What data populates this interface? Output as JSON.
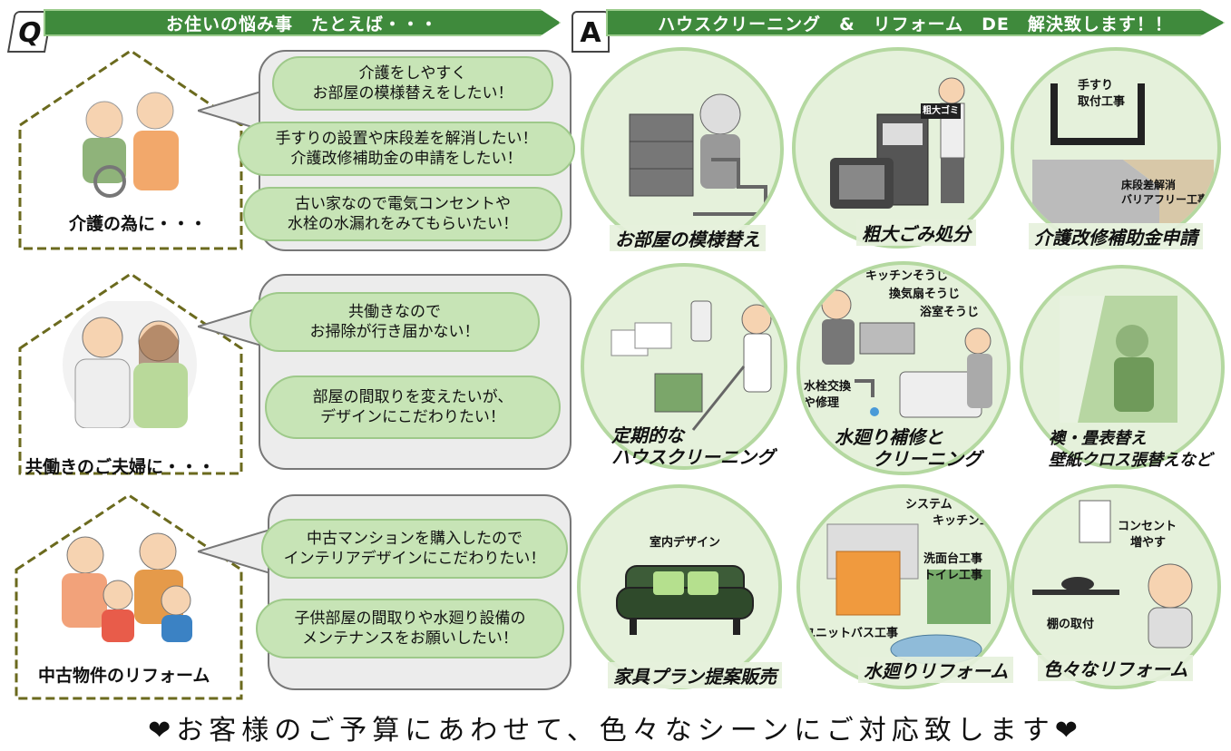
{
  "header": {
    "q_tag": "Q",
    "a_tag": "A",
    "q_title": "お住いの悩み事　たとえば・・・",
    "a_title": "ハウスクリーニング　&　リフォーム　DE　解決致します！！"
  },
  "rows": [
    {
      "label": "介護の為に・・・",
      "bubbles": [
        [
          "介護をしやすく",
          "お部屋の模様替えをしたい！"
        ],
        [
          "手すりの設置や床段差を解消したい！",
          "介護改修補助金の申請をしたい！"
        ],
        [
          "古い家なので電気コンセントや",
          "水栓の水漏れをみてもらいたい！"
        ]
      ],
      "answers": [
        {
          "caption": "お部屋の模様替え",
          "notes": []
        },
        {
          "caption": "粗大ごみ処分",
          "notes": [
            "粗大ゴミ"
          ]
        },
        {
          "caption": "介護改修補助金申請",
          "notes": [
            "手すり",
            "取付工事",
            "床段差解消",
            "バリアフリー工事"
          ]
        }
      ]
    },
    {
      "label": "共働きのご夫婦に・・・",
      "bubbles": [
        [
          "共働きなので",
          "お掃除が行き届かない！"
        ],
        [
          "部屋の間取りを変えたいが、",
          "デザインにこだわりたい！"
        ]
      ],
      "answers": [
        {
          "caption": [
            "定期的な",
            "ハウスクリーニング"
          ],
          "notes": []
        },
        {
          "caption": [
            "水廻り補修と",
            "クリーニング"
          ],
          "notes": [
            "キッチンそうじ",
            "換気扇そうじ",
            "浴室そうじ",
            "水栓交換",
            "や修理"
          ]
        },
        {
          "caption": [
            "襖・畳表替え",
            "壁紙クロス張替えなど"
          ],
          "notes": []
        }
      ]
    },
    {
      "label": "中古物件のリフォーム",
      "bubbles": [
        [
          "中古マンションを購入したので",
          "インテリアデザインにこだわりたい！"
        ],
        [
          "子供部屋の間取りや水廻り設備の",
          "メンテナンスをお願いしたい！"
        ]
      ],
      "answers": [
        {
          "caption": "家具プラン提案販売",
          "notes": [
            "室内デザイン"
          ]
        },
        {
          "caption": "水廻りリフォーム",
          "notes": [
            "システム",
            "キッチン工事",
            "洗面台工事",
            "トイレ工事",
            "ユニットバス工事"
          ]
        },
        {
          "caption": "色々なリフォーム",
          "notes": [
            "コンセント",
            "増やす",
            "棚の取付"
          ]
        }
      ]
    }
  ],
  "footer": {
    "text": "お客様のご予算にあわせて、色々なシーンにご対応致します",
    "heart": "❤"
  },
  "colors": {
    "banner_green": "#3f8a3c",
    "cloud_green": "#c7e4b6",
    "circle_green": "#e5f1db",
    "house_dash": "#6b6a1e"
  }
}
